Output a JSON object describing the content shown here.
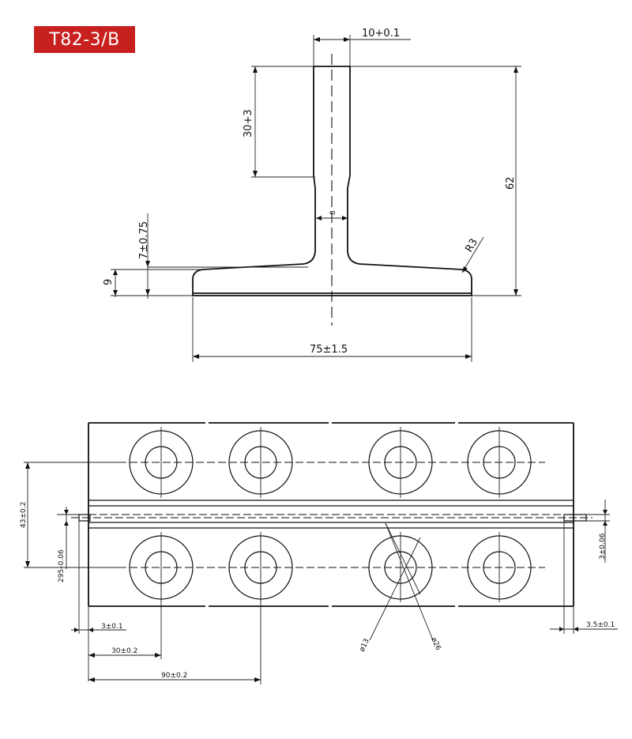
{
  "title": "T82-3/B",
  "profile": {
    "head_width": "10+0.1",
    "head_height": "30+3",
    "total_height": "62",
    "web_width": "8",
    "foot_flank": "7±0.75",
    "foot_thickness": "9",
    "radius": "R3",
    "foot_width": "75±1.5"
  },
  "plan": {
    "pitch_vertical": "43±0.2",
    "slot_offset": "295–0.06",
    "slot_width": "3±0.06",
    "end_offset_left": "3±0.1",
    "end_offset_right": "3.5±0.1",
    "first_hole": "30±0.2",
    "hole_spacing": "90±0.2",
    "hole_diameter": "ø13",
    "counterbore_diameter": "ø26"
  }
}
